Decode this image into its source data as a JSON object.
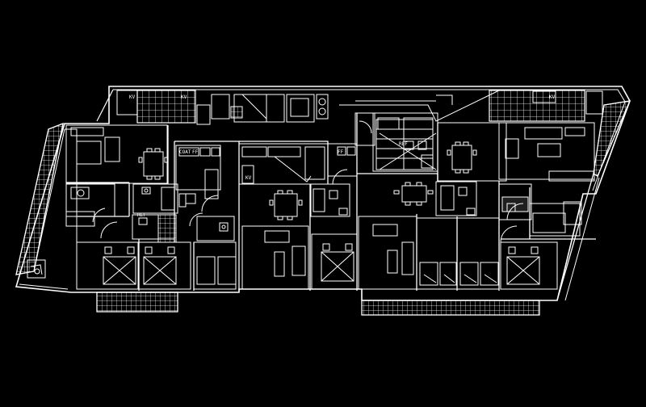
{
  "drawing": {
    "background": "#000000",
    "line_color": "#ffffff",
    "labels": {
      "kv_left": "KV",
      "kv_right": "KV",
      "kv_mid": "KV",
      "kv_right2": "KV",
      "ref_left": "REF",
      "ref_right": "REF",
      "coat_left": "COAT",
      "ff_left": "FF",
      "ff_mid": "FF"
    }
  }
}
